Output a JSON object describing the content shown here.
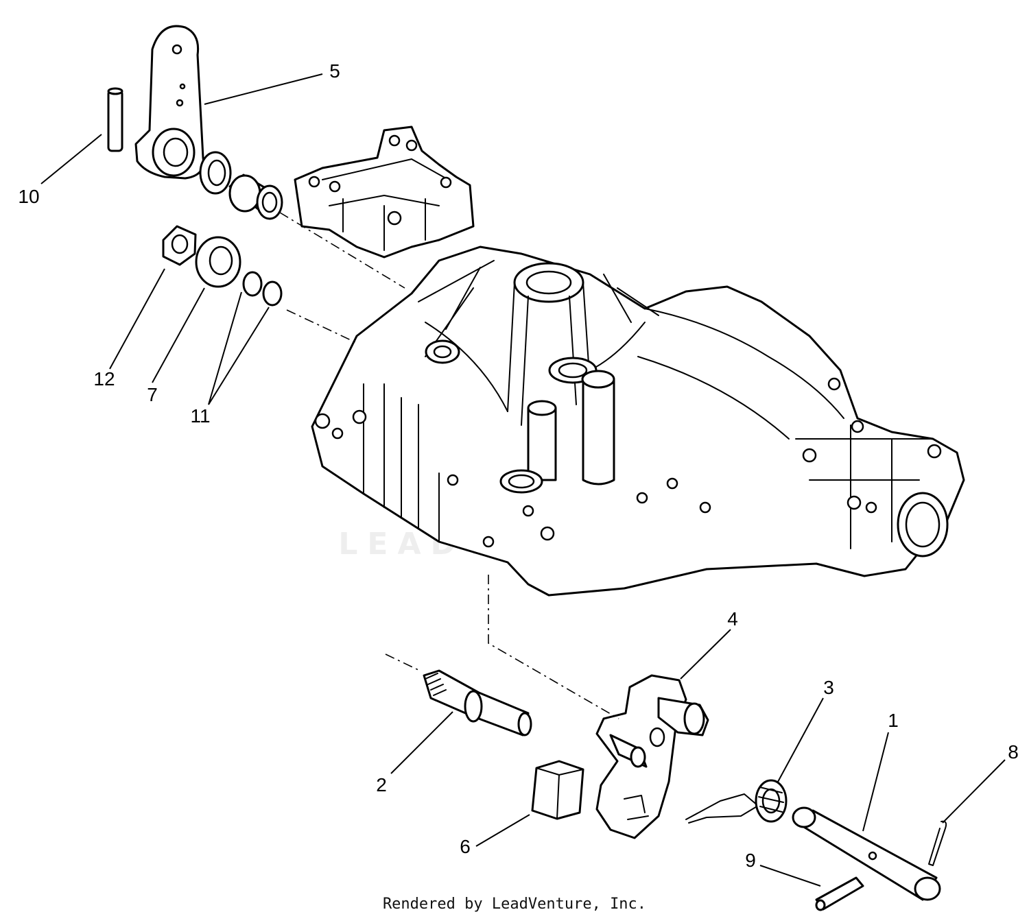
{
  "watermark": "LEADVENTURE",
  "footer": "Rendered by LeadVenture, Inc.",
  "callouts": {
    "c1": "1",
    "c2": "2",
    "c3": "3",
    "c4": "4",
    "c5": "5",
    "c6": "6",
    "c7": "7",
    "c8": "8",
    "c9": "9",
    "c10": "10",
    "c11": "11",
    "c12": "12"
  }
}
